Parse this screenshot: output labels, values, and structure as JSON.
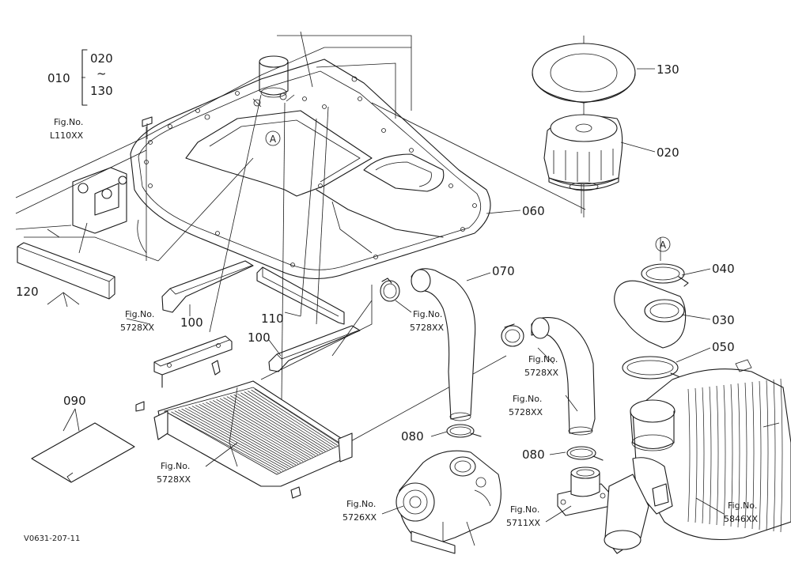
{
  "parts": {
    "p010": "010",
    "p020": "020",
    "range_sep": "~",
    "p130": "130",
    "p020b": "020",
    "p130b": "130",
    "p060": "060",
    "p070": "070",
    "p040": "040",
    "p030": "030",
    "p050": "050",
    "p120": "120",
    "p100a": "100",
    "p110": "110",
    "p100b": "100",
    "p090": "090",
    "p080a": "080",
    "p080b": "080"
  },
  "fig_refs": {
    "fig_label": "Fig.No.",
    "r1": "L110XX",
    "r2": "5728XX",
    "r3": "5728XX",
    "r4": "5728XX",
    "r5": "5728XX",
    "r6": "5728XX",
    "r7": "5726XX",
    "r8": "5711XX",
    "r9": "5846XX"
  },
  "callouts": {
    "a": "A"
  },
  "drawing_code": "V0631-207-11"
}
